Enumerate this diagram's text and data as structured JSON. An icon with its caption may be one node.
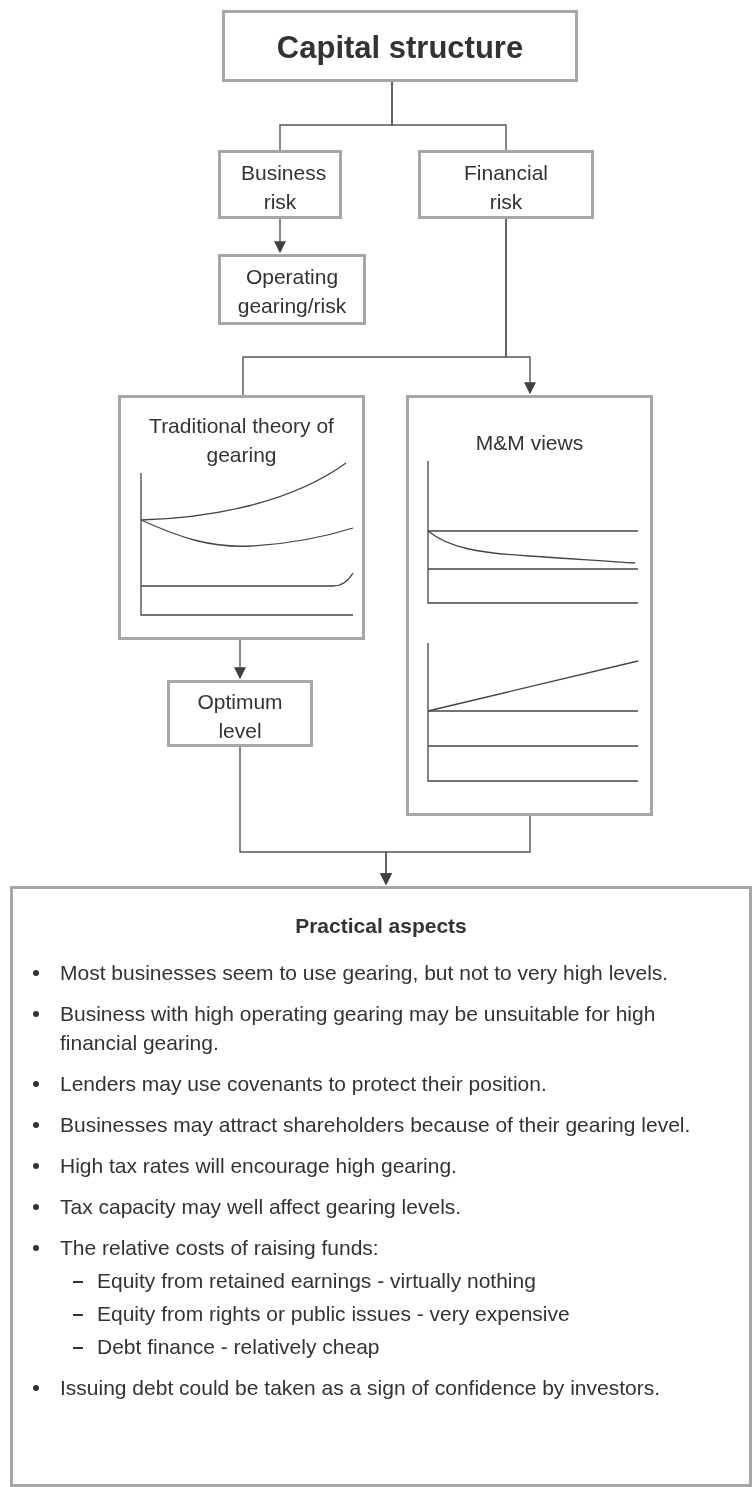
{
  "diagram": {
    "nodes": [
      {
        "text": [
          "Capital structure"
        ]
      },
      {
        "text": [
          "Business risk"
        ]
      },
      {
        "text": [
          "Financial risk"
        ]
      },
      {
        "text": [
          "Operating gearing/risk"
        ]
      },
      {
        "text": [
          "Traditional theory of gearing"
        ]
      },
      {
        "text": [
          "M&M views"
        ]
      },
      {
        "text": [
          "Optimum level"
        ]
      },
      {
        "text": [
          "Practical aspects",
          "Most businesses seem to use gearing, but not to very high levels.",
          "Business with high operating gearing may be unsuitable for high financial gearing.",
          "Lenders may use covenants to protect their position.",
          "Businesses may attract shareholders because of their gearing level.",
          "High tax rates will encourage high gearing.",
          "Tax capacity may well affect gearing levels.",
          "The relative costs of raising funds:",
          "Equity from retained earnings - virtually nothing",
          "Equity from rights or public issues - very expensive",
          "Debt finance - relatively cheap",
          "Issuing debt could be taken as a sign of confidence by investors."
        ]
      }
    ],
    "edges": [
      {
        "from": 0,
        "to": 1,
        "arrow": "none"
      },
      {
        "from": 0,
        "to": 2,
        "arrow": "none"
      },
      {
        "from": 1,
        "to": 3,
        "arrow": "to"
      },
      {
        "from": 2,
        "to": 4,
        "arrow": "none"
      },
      {
        "from": 2,
        "to": 5,
        "arrow": "to"
      },
      {
        "from": 4,
        "to": 6,
        "arrow": "to"
      },
      {
        "from": 6,
        "to": 7,
        "arrow": "to"
      },
      {
        "from": 5,
        "to": 7,
        "arrow": "to"
      }
    ]
  }
}
